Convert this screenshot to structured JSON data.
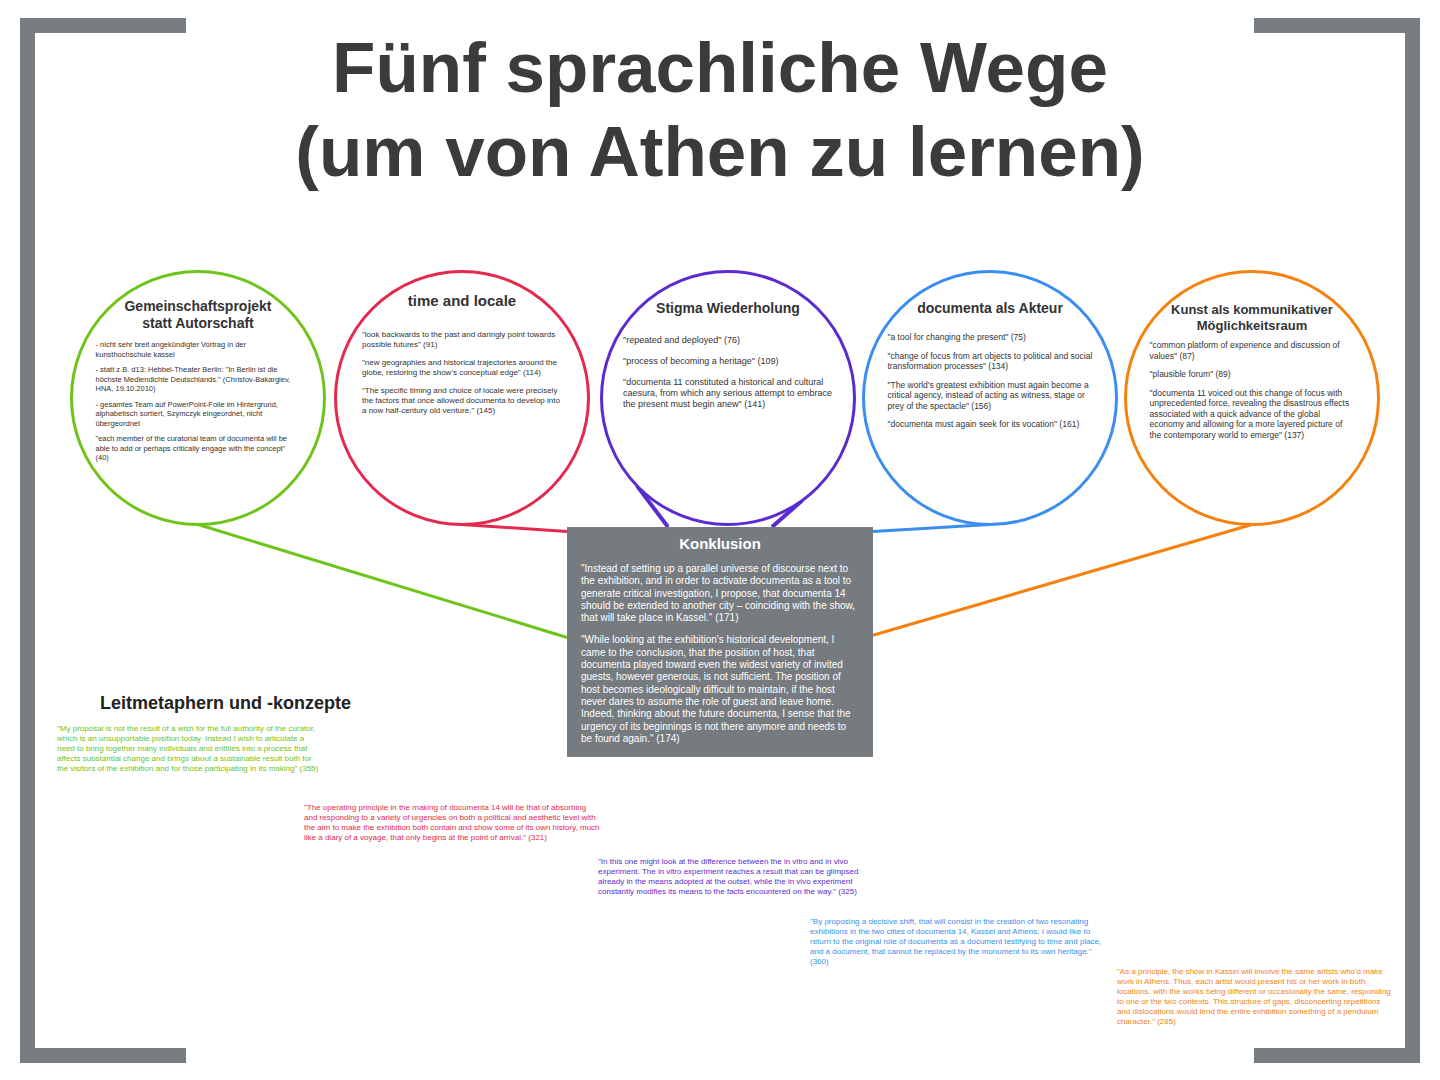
{
  "diagram": {
    "title": "Fünf sprachliche Wege (um von Athen zu lernen)",
    "nodes": [
      {
        "text": [
          "Gemeinschaftsprojekt statt Autorschaft",
          "- nicht sehr breit angekündigter Vortrag in der kunsthochschule kassel",
          "- statt z.B. d13: Hebbel-Theater Berlin: \"In Berlin ist die höchste Mediendichte Deutschlands.\" (Christov-Bakargiev, HNA, 19.10.2010)",
          "- gesamtes Team auf PowerPoint-Folie im Hintergrund, alphabetisch sortiert, Szymczyk eingeordnet, nicht übergeordnet",
          "\"each member of the curatorial team of documenta will be able to add or perhaps critically engage with the concept\" (40)"
        ]
      },
      {
        "text": [
          "time and locale",
          "\"look backwards to the past and daringly point towards possible futures\" (91)",
          "\"new geographies and historical trajectories around the globe, restoring the show's conceptual edge\" (114)",
          "\"The specific timing and choice of locale were precisely the factors that once allowed documenta to develop into a now half-century old venture.\" (145)"
        ]
      },
      {
        "text": [
          "Stigma Wiederholung",
          "\"repeated and deployed\" (76)",
          "\"process of becoming a heritage\" (109)",
          "\"documenta 11 constituted a historical and cultural caesura, from which any serious attempt to embrace the present must begin anew\" (141)"
        ]
      },
      {
        "text": [
          "documenta als Akteur",
          "\"a tool for changing the present\" (75)",
          "\"change of focus from art objects to political and social transformation processes\" (134)",
          "\"The world's greatest exhibition must again become a critical agency, instead of acting as witness, stage or prey of the spectacle\" (156)",
          "\"documenta must again seek for its vocation\" (161)"
        ]
      },
      {
        "text": [
          "Kunst als kommunikativer Möglichkeitsraum",
          "\"common platform of experience and discussion of values\" (87)",
          "\"plausible forum\" (89)",
          "\"documenta 11 voiced out this change of focus with unprecedented force, revealing the disastrous effects associated with a quick advance of the global economy and allowing for a more layered picture of the contemporary world to emerge\" (137)"
        ]
      },
      {
        "text": [
          "Konklusion",
          "\"Instead of setting up a parallel universe of discourse next to the exhibition, and in order to activate documenta as a tool to generate critical investigation, I propose, that documenta 14 should be extended to another city – coinciding with the show, that will take place in Kassel.\" (171)",
          "\"While looking at the exhibition's historical development, I came to the conclusion, that the position of host, that documenta played toward even the widest variety of invited guests, however generous, is not sufficient. The position of host becomes ideologically difficult to maintain, if the host never dares to assume the role of guest and leave home. Indeed, thinking about the future documenta, I sense that the urgency of its beginnings is not there anymore and needs to be found again.\" (174)"
        ]
      }
    ],
    "edges": [
      {
        "from": 0,
        "to": 5,
        "arrow": "none"
      },
      {
        "from": 1,
        "to": 5,
        "arrow": "none"
      },
      {
        "from": 2,
        "to": 5,
        "arrow": "none"
      },
      {
        "from": 3,
        "to": 5,
        "arrow": "none"
      },
      {
        "from": 4,
        "to": 5,
        "arrow": "none"
      }
    ],
    "labels": [
      "Leitmetaphern und -konzepte",
      "\"My proposal is not the result of a wish for the full authority of the curator, which is an unsupportable position today. Instead I wish to articulate a need to bring together many individuals and entities into a process that affects substantial change and brings about a sustainable result both for the visitors of the exhibition and for those participating in its making\" (355)",
      "\"The operating principle in the making of documenta 14 will be that of absorbing and responding to a variety of urgencies on both a political and aesthetic level with the aim to make the exhibition both contain and show some of its own history, much like a diary of a voyage, that only begins at the point of arrival.\" (321)",
      "\"In this one might look at the difference between the in vitro and in vivo experiment. The in vitro experiment reaches a result that can be glimpsed already in the means adopted at the outset, while the in vivo experiment constantly modifies its means to the facts encountered on the way.\" (325)",
      "\"By proposing a decisive shift, that will consist in the creation of two resonating exhibitions in the two cities of documenta 14, Kassel and Athens, I would like to return to the original role of documenta as a document testifying to time and place, and a document, that cannot be replaced by the monument to its own heritage.\" (360)",
      "\"As a principle, the show in Kassel will involve the same artists who'd make work in Athens. Thus, each artist would present his or her work in both locations, with the works being different or occasionally the same, responding to one or the two contexts. This structure of gaps, disconcerting repetitions and dislocations would lend the entire exhibition something of a pendulum character.\" (285)"
    ]
  }
}
